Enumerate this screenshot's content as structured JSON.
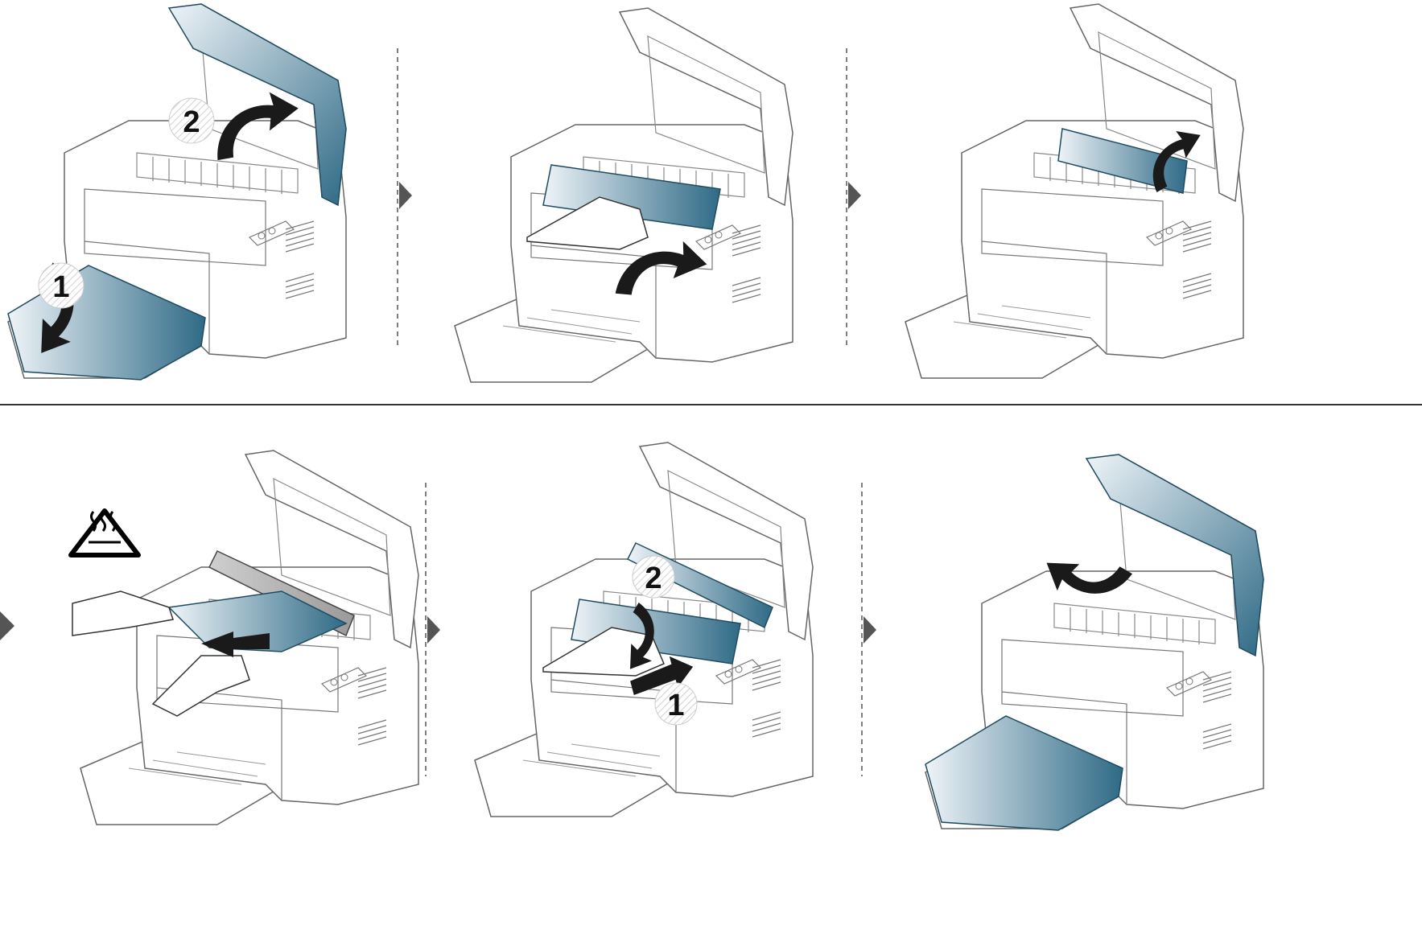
{
  "colors": {
    "accent_dark": "#2f6a86",
    "accent_light": "#e6f0f5",
    "line": "#555555",
    "separator": "#333333"
  },
  "rows": [
    {
      "panels": [
        {
          "id": "p1",
          "description_icon": "printer-open-icon",
          "highlight": "cover-and-tray",
          "callouts": [
            {
              "number": "1"
            },
            {
              "number": "2"
            }
          ]
        },
        {
          "id": "p2",
          "description_icon": "printer-pull-cartridge-icon",
          "highlight": "toner-cartridge",
          "callouts": []
        },
        {
          "id": "p3",
          "description_icon": "printer-lift-guide-icon",
          "highlight": "paper-guide",
          "callouts": []
        }
      ]
    },
    {
      "panels": [
        {
          "id": "p4",
          "description_icon": "printer-remove-paper-icon",
          "highlight": "jammed-paper",
          "callouts": [],
          "warning_icon": "hot-surface-warning-icon"
        },
        {
          "id": "p5",
          "description_icon": "printer-reinsert-cartridge-icon",
          "highlight": "toner-cartridge",
          "callouts": [
            {
              "number": "2"
            },
            {
              "number": "1"
            }
          ]
        },
        {
          "id": "p6",
          "description_icon": "printer-close-cover-icon",
          "highlight": "cover-and-tray",
          "callouts": []
        }
      ]
    }
  ]
}
